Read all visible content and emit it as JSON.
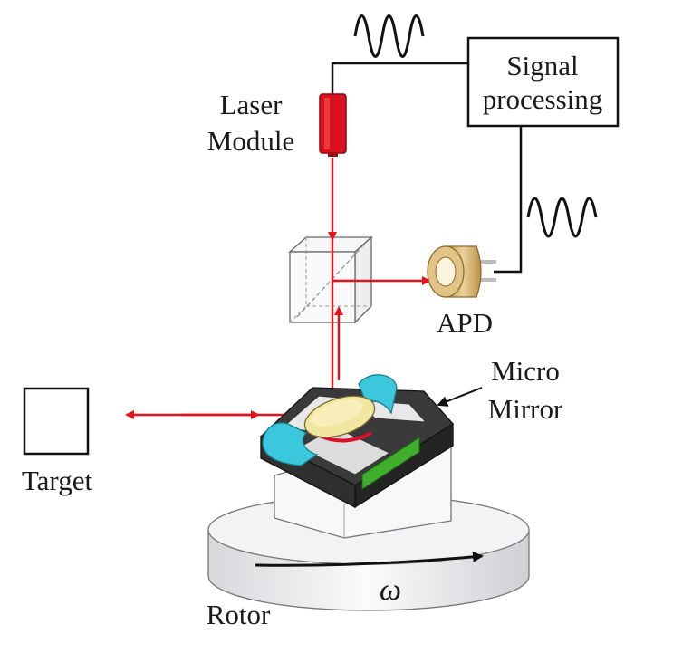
{
  "labels": {
    "signal_processing_line1": "Signal",
    "signal_processing_line2": "processing",
    "laser_line1": "Laser",
    "laser_line2": "Module",
    "apd": "APD",
    "micro_mirror_line1": "Micro",
    "micro_mirror_line2": "Mirror",
    "target": "Target",
    "rotor": "Rotor",
    "omega": "ω"
  },
  "colors": {
    "laser_beam": "#e8101a",
    "laser_module": "#d81020",
    "wire": "#111111",
    "mirror_cyan": "#3cc8dc",
    "mirror_gold": "#f2e7a0",
    "mirror_green": "#3fae2b",
    "base_dark": "#2b2b2b",
    "apd_tan": "#d9b777"
  }
}
